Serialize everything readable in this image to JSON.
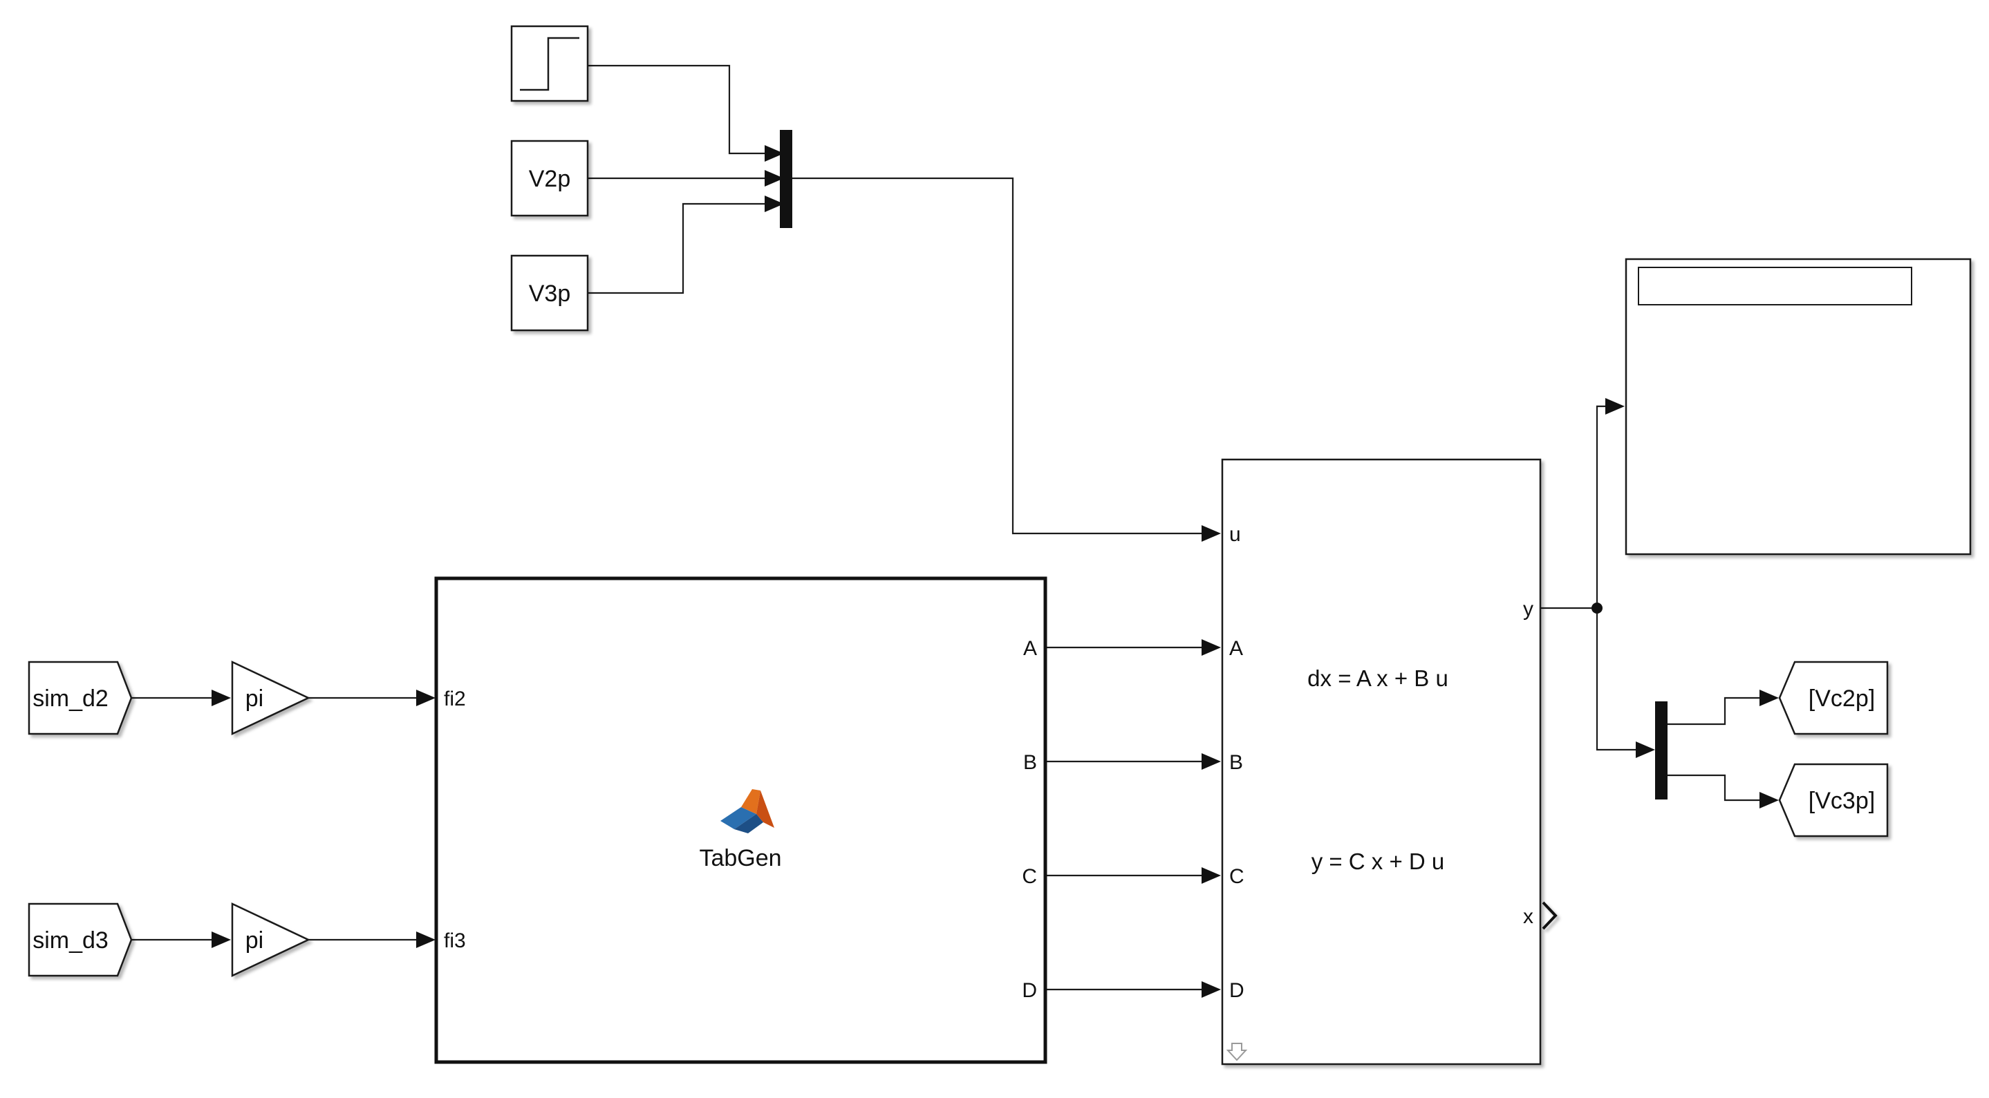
{
  "blocks": {
    "step": {
      "kind": "Step source"
    },
    "v2p": {
      "label": "V2p"
    },
    "v3p": {
      "label": "V3p"
    },
    "from_d2": {
      "label": "sim_d2"
    },
    "from_d3": {
      "label": "sim_d3"
    },
    "gain_1": {
      "label": "pi"
    },
    "gain_2": {
      "label": "pi"
    },
    "tabgen": {
      "label": "TabGen",
      "icon": "matlab-logo-icon",
      "inputs": [
        "fi2",
        "fi3"
      ],
      "outputs": [
        "A",
        "B",
        "C",
        "D"
      ]
    },
    "state_space": {
      "inputs": [
        "u",
        "A",
        "B",
        "C",
        "D"
      ],
      "outputs": [
        "y",
        "x"
      ],
      "eq_state": "dx = A x + B u",
      "eq_output": "y = C x + D u"
    },
    "goto_vc2p": {
      "label": "[Vc2p]"
    },
    "goto_vc3p": {
      "label": "[Vc3p]"
    },
    "scope": {
      "kind": "Scope display"
    }
  }
}
